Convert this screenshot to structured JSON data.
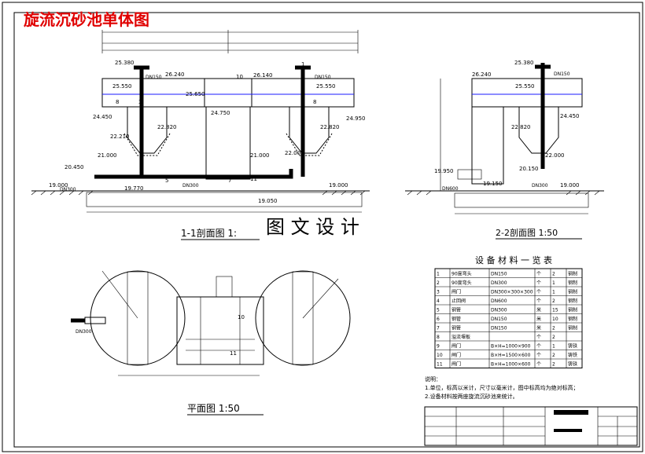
{
  "title": "旋流沉砂池单体图",
  "watermark": "图 文 设 计",
  "section1": {
    "caption": "1-1剖面图 1:",
    "elev": [
      "25.380",
      "26.240",
      "25.550",
      "25.650",
      "26.140",
      "25.550",
      "24.450",
      "24.750",
      "24.950",
      "22.820",
      "22.820",
      "22.210",
      "22.000",
      "21.000",
      "21.000",
      "20.450",
      "19.000",
      "19.000",
      "19.770",
      "19.050"
    ],
    "dn": [
      "DN150",
      "DN150",
      "DN300",
      "DN300"
    ],
    "nums": [
      "10",
      "3",
      "5",
      "8",
      "1",
      "8",
      "7",
      "11"
    ]
  },
  "section2": {
    "caption": "2-2剖面图 1:50",
    "elev": [
      "25.380",
      "26.240",
      "25.550",
      "24.450",
      "22.820",
      "22.000",
      "20.150",
      "19.950",
      "19.150",
      "19.000"
    ],
    "dn": [
      "DN150",
      "DN600",
      "DN300"
    ]
  },
  "plan": {
    "caption": "平面图  1:50",
    "nums": [
      "10",
      "11"
    ],
    "dn": [
      "DN300"
    ]
  },
  "table": {
    "title": "设 备 材 料 一 览 表",
    "rows": [
      [
        "1",
        "90度弯头",
        "DN150",
        "个",
        "2",
        "钢制"
      ],
      [
        "2",
        "90度弯头",
        "DN300",
        "个",
        "1",
        "钢制"
      ],
      [
        "3",
        "闸门",
        "DN300×300×300",
        "个",
        "1",
        "钢制"
      ],
      [
        "4",
        "止回阀",
        "DN600",
        "个",
        "2",
        "钢制"
      ],
      [
        "5",
        "钢管",
        "DN300",
        "米",
        "15",
        "钢制"
      ],
      [
        "6",
        "钢管",
        "DN150",
        "米",
        "10",
        "钢制"
      ],
      [
        "7",
        "钢管",
        "DN150",
        "米",
        "2",
        "钢制"
      ],
      [
        "8",
        "溢流堰板",
        "",
        "个",
        "2",
        ""
      ],
      [
        "9",
        "闸门",
        "B×H=1000×900",
        "个",
        "1",
        "铸铁"
      ],
      [
        "10",
        "闸门",
        "B×H=1500×600",
        "个",
        "2",
        "铸铁"
      ],
      [
        "11",
        "闸门",
        "B×H=1000×600",
        "个",
        "2",
        "铸铁"
      ]
    ]
  },
  "notes": {
    "head": "说明：",
    "lines": [
      "1.单位，标高以米计，尺寸以毫米计，图中标高均为绝对标高；",
      "2.设备材料按两座旋流沉砂池来统计。"
    ]
  }
}
